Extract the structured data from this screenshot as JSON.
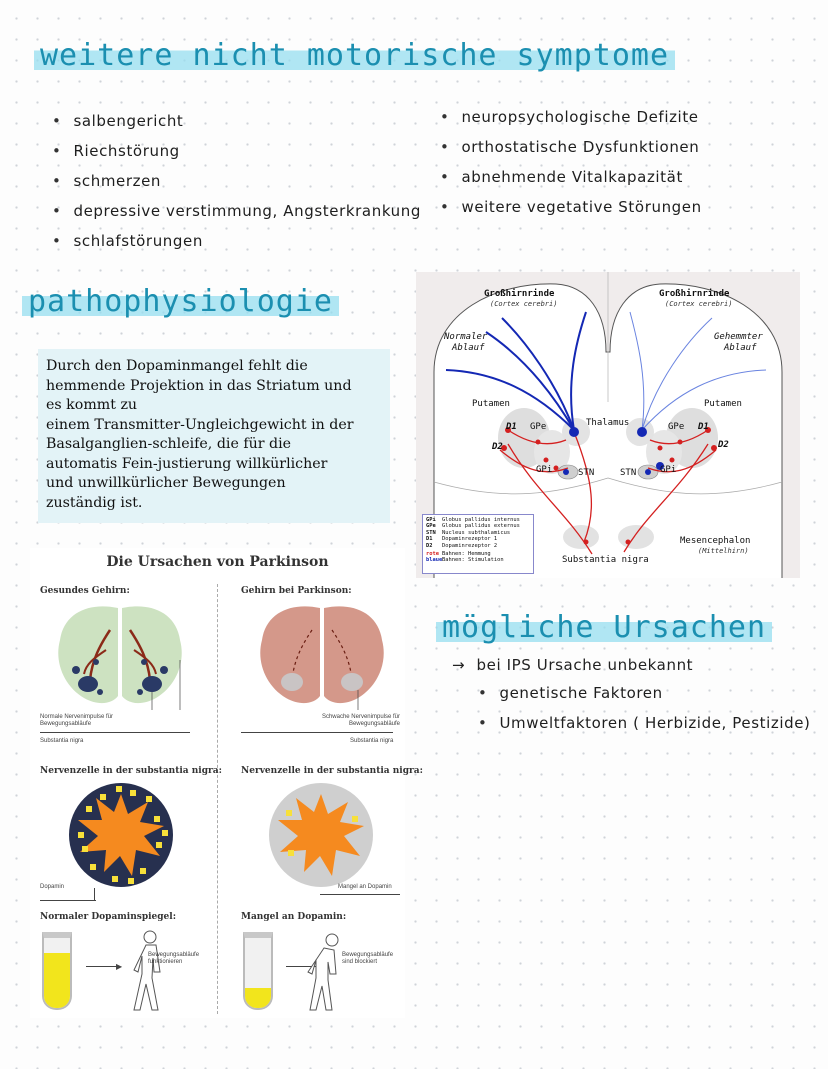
{
  "section1": {
    "title": "weitere nicht motorische symptome",
    "left_items": [
      "salbengericht",
      "Riechstörung",
      "schmerzen",
      "depressive verstimmung, Angsterkrankung",
      "schlafstörungen"
    ],
    "right_items": [
      "neuropsychologische Defizite",
      "orthostatische Dysfunktionen",
      "abnehmende Vitalkapazität",
      "weitere vegetative Störungen"
    ]
  },
  "section2": {
    "title": "pathophysiologie",
    "text_lines": [
      "Durch den Dopaminmangel fehlt die",
      "hemmende Projektion in das Striatum und",
      "es kommt zu",
      "einem Transmitter-Ungleichgewicht in der",
      "Basalganglien-schleife, die für die",
      "automatis Fein-justierung willkürlicher",
      "und unwillkürlicher Bewegungen",
      "zuständig ist."
    ]
  },
  "infographic": {
    "title": "Die Ursachen von Parkinson",
    "healthy_brain": "Gesundes Gehirn:",
    "parkinson_brain": "Gehirn bei Parkinson:",
    "label_normal_impulses": "Normale Nervenimpulse für Bewegungsabläufe",
    "label_weak_impulses": "Schwache Nervenimpulse für Bewegungsabläufe",
    "label_substantia_nigra": "Substantia nigra",
    "neuron_heading": "Nervenzelle in der substantia nigra:",
    "label_dopamin": "Dopamin",
    "label_dopamin_mangel": "Mangel an Dopamin",
    "normal_level": "Normaler Dopaminspiegel:",
    "lack_level": "Mangel an Dopamin:",
    "label_movement_ok": "Bewegungsabläufe funktionieren",
    "label_movement_blocked": "Bewegungsabläufe sind blockiert",
    "dopamine_fill_normal": 0.78,
    "dopamine_fill_lack": 0.28
  },
  "diagram": {
    "cortex_left": "Großhirnrinde",
    "cortex_left_sub": "(Cortex cerebri)",
    "cortex_right": "Großhirnrinde",
    "cortex_right_sub": "(Cortex cerebri)",
    "normal_flow": [
      "Normaler",
      "Ablauf"
    ],
    "inhibited_flow": [
      "Gehemmter",
      "Ablauf"
    ],
    "putamen_left": "Putamen",
    "putamen_right": "Putamen",
    "thalamus": "Thalamus",
    "gpe_left": "GPe",
    "gpe_right": "GPe",
    "gpi_left": "GPi",
    "gpi_right": "GPi",
    "stn_left": "STN",
    "stn_right": "STN",
    "d1_left": "D1",
    "d2_left": "D2",
    "d1_right": "D1",
    "d2_right": "D2",
    "mesencephalon": "Mesencephalon",
    "mesencephalon_sub": "(Mittelhirn)",
    "substantia_nigra": "Substantia nigra",
    "legend": [
      {
        "k": "GPi",
        "v": "Globus pallidus internus"
      },
      {
        "k": "GPe",
        "v": "Globus pallidus externus"
      },
      {
        "k": "STN",
        "v": "Nucleus subthalamicus"
      },
      {
        "k": "D1",
        "v": "Dopaminrezeptor 1"
      },
      {
        "k": "D2",
        "v": "Dopaminrezeptor 2"
      },
      {
        "k": "rote",
        "v": "Bahnen: Hemmung"
      },
      {
        "k": "blaue",
        "v": "Bahnen: Stimulation"
      }
    ],
    "colors": {
      "inhibition": "#d42020",
      "stimulation": "#1428b4"
    }
  },
  "section3": {
    "title": "mögliche Ursachen",
    "items": [
      "bei IPS Ursache unbekannt",
      "genetische Faktoren",
      "Umweltfaktoren ( Herbizide, Pestizide)"
    ]
  }
}
